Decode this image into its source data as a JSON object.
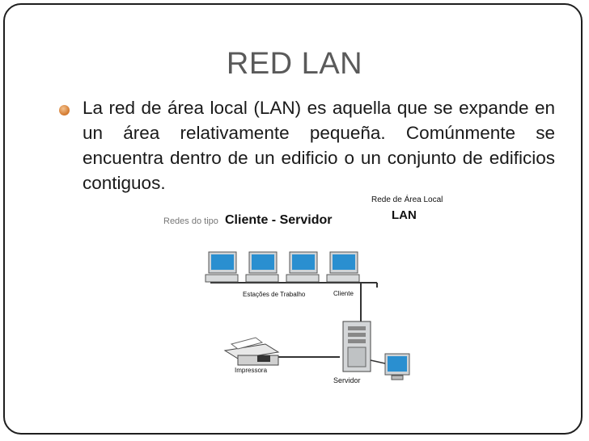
{
  "slide": {
    "title": "RED LAN",
    "bullet_text": "La red de área local (LAN) es aquella que se expande en un área relativamente pequeña. Comúnmente se encuentra dentro de un edificio o un conjunto de edificios contiguos."
  },
  "diagram": {
    "top_right_label": "Rede de Área Local",
    "top_right_title": "LAN",
    "heading_prefix": "Redes do tipo",
    "heading_main": "Cliente - Servidor",
    "workstations_label": "Estações  de Trabalho",
    "client_label": "Cliente",
    "printer_label": "Impressora",
    "server_label": "Servidor",
    "icons": [
      "workstation-icon",
      "printer-icon",
      "server-tower-icon",
      "monitor-icon"
    ]
  },
  "colors": {
    "frame": "#1e1e1e",
    "title": "#5a5a5a",
    "bullet": "#d2772c",
    "screen": "#2a8fd0"
  }
}
